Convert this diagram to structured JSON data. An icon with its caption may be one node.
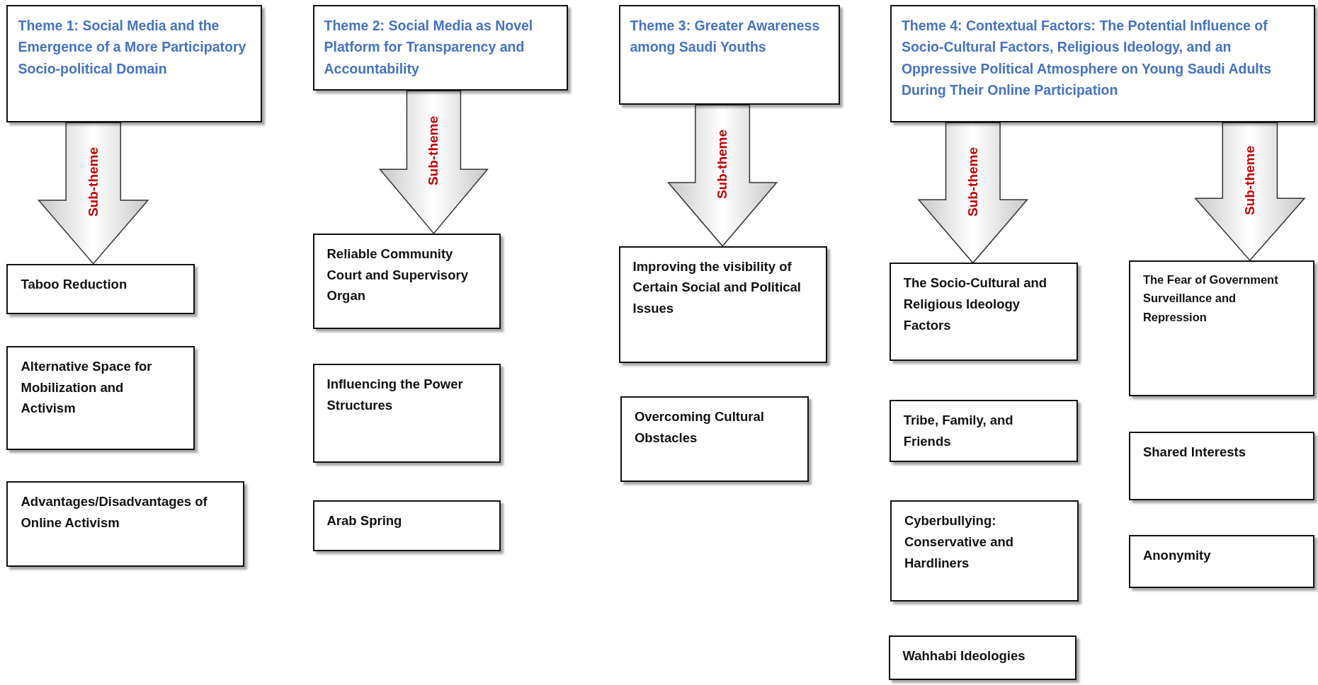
{
  "diagram": {
    "nodes": [
      {
        "text": [
          "Theme 1: Social Media and the Emergence of a More Participatory Socio-political Domain"
        ]
      },
      {
        "text": [
          "Taboo Reduction"
        ]
      },
      {
        "text": [
          "Alternative Space for Mobilization and Activism"
        ]
      },
      {
        "text": [
          "Advantages/Disadvantages of Online Activism"
        ]
      },
      {
        "text": [
          "Theme 2: Social Media as Novel Platform for Transparency and Accountability"
        ]
      },
      {
        "text": [
          "Reliable Community Court and Supervisory Organ"
        ]
      },
      {
        "text": [
          "Influencing the Power Structures"
        ]
      },
      {
        "text": [
          "Arab Spring"
        ]
      },
      {
        "text": [
          "Theme 3: Greater Awareness among Saudi Youths"
        ]
      },
      {
        "text": [
          "Improving the visibility of Certain Social and Political Issues"
        ]
      },
      {
        "text": [
          "Overcoming Cultural Obstacles"
        ]
      },
      {
        "text": [
          "Theme 4: Contextual Factors: The Potential Influence of Socio-Cultural Factors, Religious Ideology, and an Oppressive Political Atmosphere on Young Saudi Adults During Their Online Participation"
        ]
      },
      {
        "text": [
          "The Socio-Cultural and Religious Ideology Factors"
        ]
      },
      {
        "text": [
          "Tribe, Family, and Friends"
        ]
      },
      {
        "text": [
          "Cyberbullying: Conservative and Hardliners"
        ]
      },
      {
        "text": [
          "Wahhabi Ideologies"
        ]
      },
      {
        "text": [
          "The Fear of Government Surveillance and Repression"
        ]
      },
      {
        "text": [
          "Shared Interests"
        ]
      },
      {
        "text": [
          "Anonymity"
        ]
      }
    ],
    "edges": [
      {
        "from": 0,
        "to": 1,
        "arrow": "to",
        "label": "Sub-theme",
        "style": "thick"
      },
      {
        "from": 4,
        "to": 5,
        "arrow": "to",
        "label": "Sub-theme",
        "style": "thick"
      },
      {
        "from": 8,
        "to": 9,
        "arrow": "to",
        "label": "Sub-theme",
        "style": "thick"
      },
      {
        "from": 11,
        "to": 12,
        "arrow": "to",
        "label": "Sub-theme",
        "style": "thick"
      },
      {
        "from": 11,
        "to": 16,
        "arrow": "to",
        "label": "Sub-theme",
        "style": "thick"
      }
    ]
  }
}
